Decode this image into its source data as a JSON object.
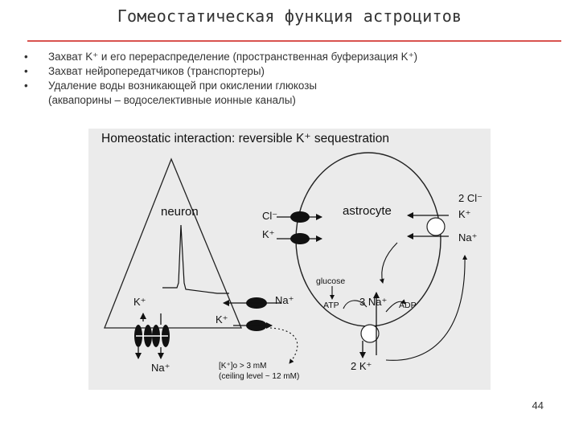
{
  "slide": {
    "title": "Гомеостатическая функция астроцитов",
    "bullets": [
      "Захват K⁺ и его перераспределение (пространственная буферизация K⁺)",
      "Захват нейропередатчиков (транспортеры)",
      "Удаление воды возникающей при окислении глюкозы",
      "(аквапорины – водоселективные ионные каналы)"
    ],
    "bullet_marker": "•",
    "page_number": "44"
  },
  "figure": {
    "title": "Homeostatic interaction: reversible K⁺ sequestration",
    "labels": {
      "neuron": "neuron",
      "astrocyte": "astrocyte",
      "cl_in": "Cl⁻",
      "k_in": "K⁺",
      "cl2_out": "2 Cl⁻",
      "k_out": "K⁺",
      "na_out": "Na⁺",
      "na_neuron": "Na⁺",
      "k_neuron": "K⁺",
      "k_left": "K⁺",
      "na_left": "Na⁺",
      "glucose": "glucose",
      "atp": "ATP",
      "na3": "3 Na⁺",
      "adp": "ADP",
      "k2": "2 K⁺",
      "ko": "[K⁺]o > 3 mM",
      "ceiling": "(ceiling level ~ 12 mM)"
    }
  }
}
